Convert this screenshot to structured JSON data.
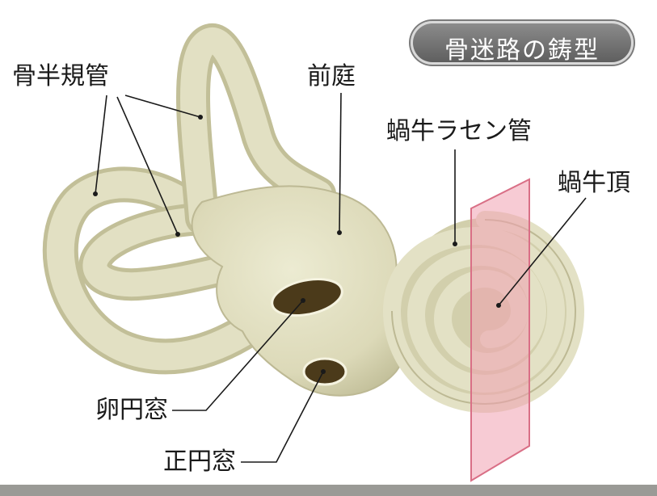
{
  "title": "骨迷路の鋳型",
  "labels": {
    "semicircular_canals": "骨半規管",
    "vestibule": "前庭",
    "cochlear_duct": "蝸牛ラセン管",
    "cochlear_apex": "蝸牛頂",
    "oval_window": "卵円窓",
    "round_window": "正円窓"
  },
  "colors": {
    "bone": "#e3e1c4",
    "bone_shadow": "#c7c4a0",
    "window": "#4b3a1a",
    "section_plane": "#f0a0b0"
  }
}
